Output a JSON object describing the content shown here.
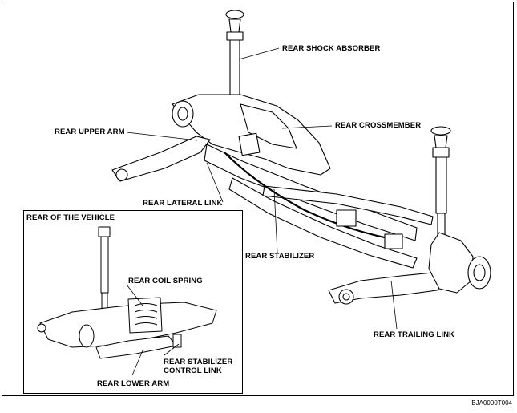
{
  "labels": {
    "rear_shock_absorber": "REAR SHOCK ABSORBER",
    "rear_upper_arm": "REAR UPPER ARM",
    "rear_crossmember": "REAR CROSSMEMBER",
    "rear_lateral_link": "REAR LATERAL LINK",
    "rear_stabilizer": "REAR STABILIZER",
    "rear_trailing_link": "REAR TRAILING LINK",
    "inset_title": "REAR OF THE VEHICLE",
    "rear_coil_spring": "REAR COIL SPRING",
    "rear_stabilizer_control_link_1": "REAR STABILIZER",
    "rear_stabilizer_control_link_2": "CONTROL LINK",
    "rear_lower_arm": "REAR LOWER ARM"
  },
  "figure_code": "BJA0000T004"
}
